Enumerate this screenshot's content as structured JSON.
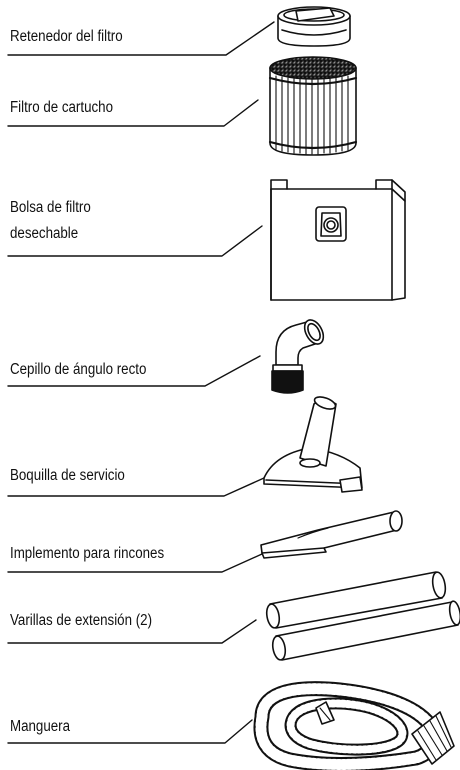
{
  "parts": [
    {
      "id": "retenedor",
      "label": "Retenedor del filtro",
      "icon": "filter-retainer-icon"
    },
    {
      "id": "cartucho",
      "label": "Filtro de cartucho",
      "icon": "cartridge-filter-icon"
    },
    {
      "id": "bolsa",
      "label_lines": [
        "Bolsa de filtro",
        "desechable"
      ],
      "icon": "filter-bag-icon"
    },
    {
      "id": "cepillo",
      "label": "Cepillo de ángulo recto",
      "icon": "right-angle-brush-icon"
    },
    {
      "id": "boquilla",
      "label": "Boquilla de servicio",
      "icon": "utility-nozzle-icon"
    },
    {
      "id": "implemento",
      "label": "Implemento para rincones",
      "icon": "crevice-tool-icon"
    },
    {
      "id": "varillas",
      "label": "Varillas de extensión (2)",
      "icon": "extension-wands-icon"
    },
    {
      "id": "manguera",
      "label": "Manguera",
      "icon": "hose-icon"
    }
  ]
}
